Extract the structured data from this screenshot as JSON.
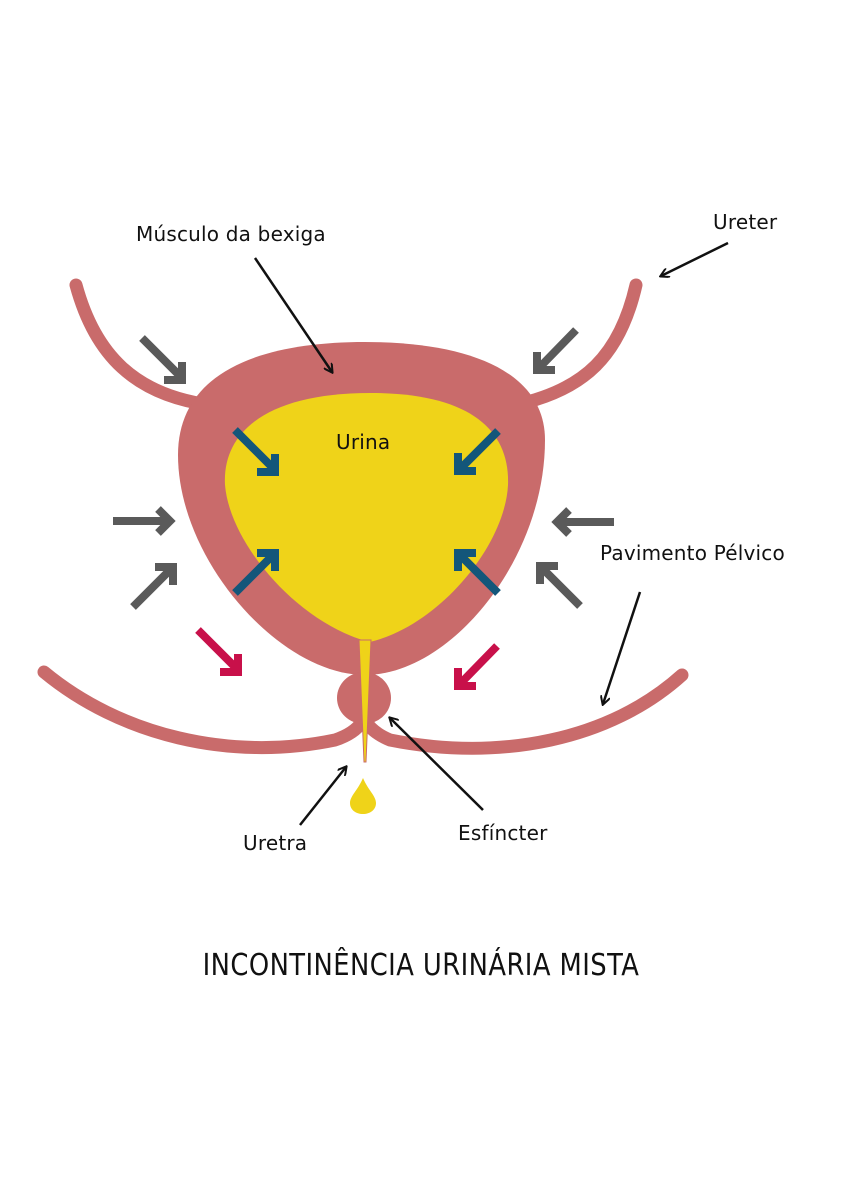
{
  "labels": {
    "bladder_muscle": "Músculo da bexiga",
    "ureter": "Ureter",
    "urine": "Urina",
    "pelvic_floor": "Pavimento Pélvico",
    "urethra": "Uretra",
    "sphincter": "Esfíncter"
  },
  "title": "INCONTINÊNCIA URINÁRIA MISTA",
  "colors": {
    "bladder_wall": "#c96b6b",
    "urine": "#efd319",
    "outer_pressure_arrow": "#5a5a5a",
    "inner_pressure_arrow": "#13567a",
    "downward_arrow": "#c8104a",
    "pointer_arrow": "#111111"
  },
  "icons": {
    "outer_arrow": "gray-pressure-arrow-icon",
    "inner_arrow": "blue-contraction-arrow-icon",
    "down_arrow": "red-descent-arrow-icon",
    "drop": "urine-drop-icon"
  }
}
